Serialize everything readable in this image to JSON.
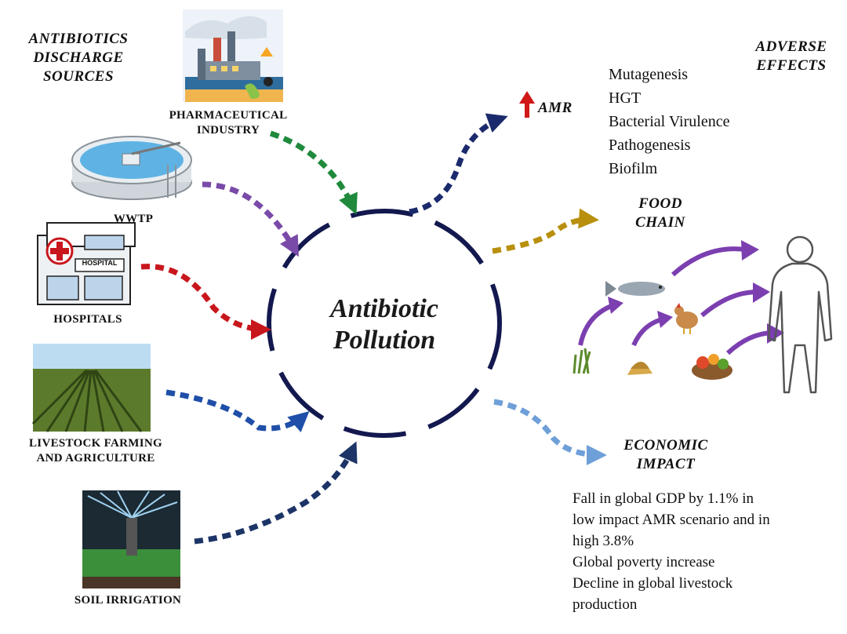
{
  "headings": {
    "sources": [
      "ANTIBIOTICS",
      "DISCHARGE",
      "SOURCES"
    ],
    "adverse": [
      "ADVERSE",
      "EFFECTS"
    ],
    "food_chain": [
      "FOOD",
      "CHAIN"
    ],
    "economic": [
      "ECONOMIC",
      "IMPACT"
    ]
  },
  "center": [
    "Antibiotic",
    "Pollution"
  ],
  "sources": {
    "pharmaceutical": [
      "PHARMACEUTICAL",
      "INDUSTRY"
    ],
    "wwtp": "WWTP",
    "hospitals": "HOSPITALS",
    "hospital_sign": "HOSPITAL",
    "livestock": [
      "LIVESTOCK FARMING",
      "AND AGRICULTURE"
    ],
    "soil": "SOIL IRRIGATION"
  },
  "amr": "AMR",
  "adverse_effects": [
    "Mutagenesis",
    "HGT",
    "Bacterial Virulence",
    "Pathogenesis",
    "Biofilm"
  ],
  "economic_impact": [
    "Fall in global GDP by 1.1% in",
    "low impact AMR scenario and in",
    "high 3.8%",
    "Global poverty  increase",
    "Decline in global livestock",
    "production"
  ],
  "colors": {
    "pharmaceutical": "#1f8a3c",
    "wwtp": "#7a4aa8",
    "hospitals": "#c8161d",
    "livestock": "#1f4fa8",
    "soil": "#1c3466",
    "amr_arrow": "#1a2a6c",
    "food_arrow": "#b8900e",
    "economic_arrow": "#6f9fd8",
    "ring": "#13184e",
    "food_chain_arrows": "#7b3fb0",
    "amr_up": "#d01818"
  }
}
